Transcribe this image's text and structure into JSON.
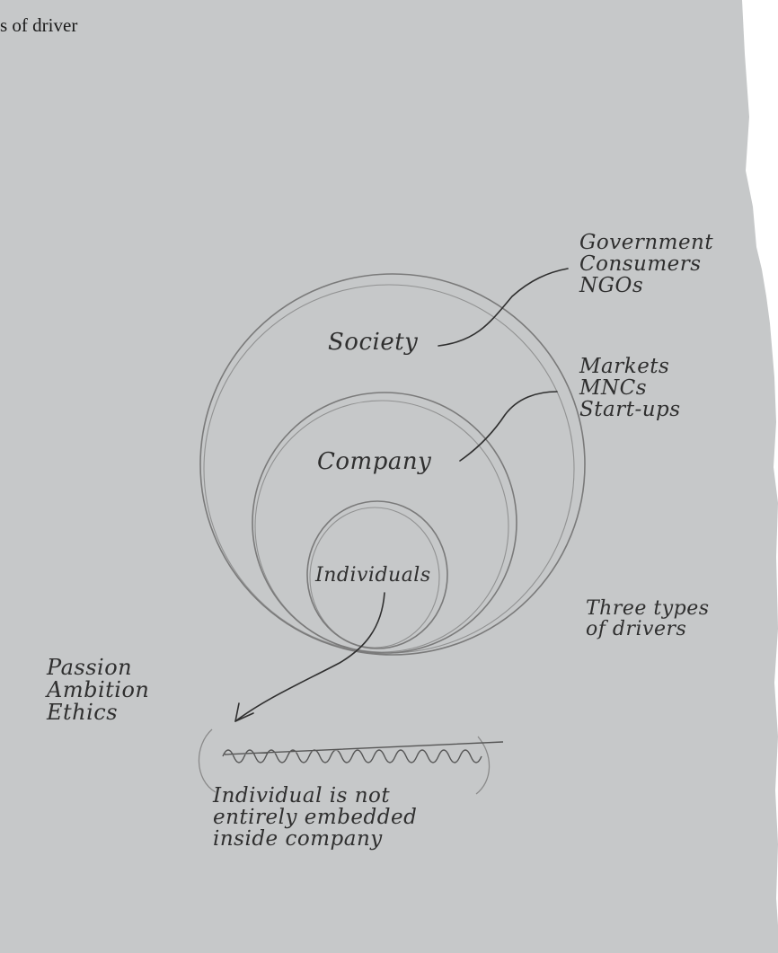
{
  "caption": "s of driver",
  "colors": {
    "paper": "#c6c8c9",
    "pencil": "#6e6e6e",
    "ink": "#2f2f2f"
  },
  "diagram": {
    "circles": {
      "society": "Society",
      "company": "Company",
      "individuals": "Individuals"
    },
    "society_drivers": [
      "Government",
      "Consumers",
      "NGOs"
    ],
    "company_drivers": [
      "Markets",
      "MNCs",
      "Start-ups"
    ],
    "individual_drivers": [
      "Passion",
      "Ambition",
      "Ethics"
    ],
    "side_note": [
      "Three types",
      "of drivers"
    ],
    "bottom_note": [
      "Individual is not",
      "entirely embedded",
      "inside company"
    ]
  }
}
